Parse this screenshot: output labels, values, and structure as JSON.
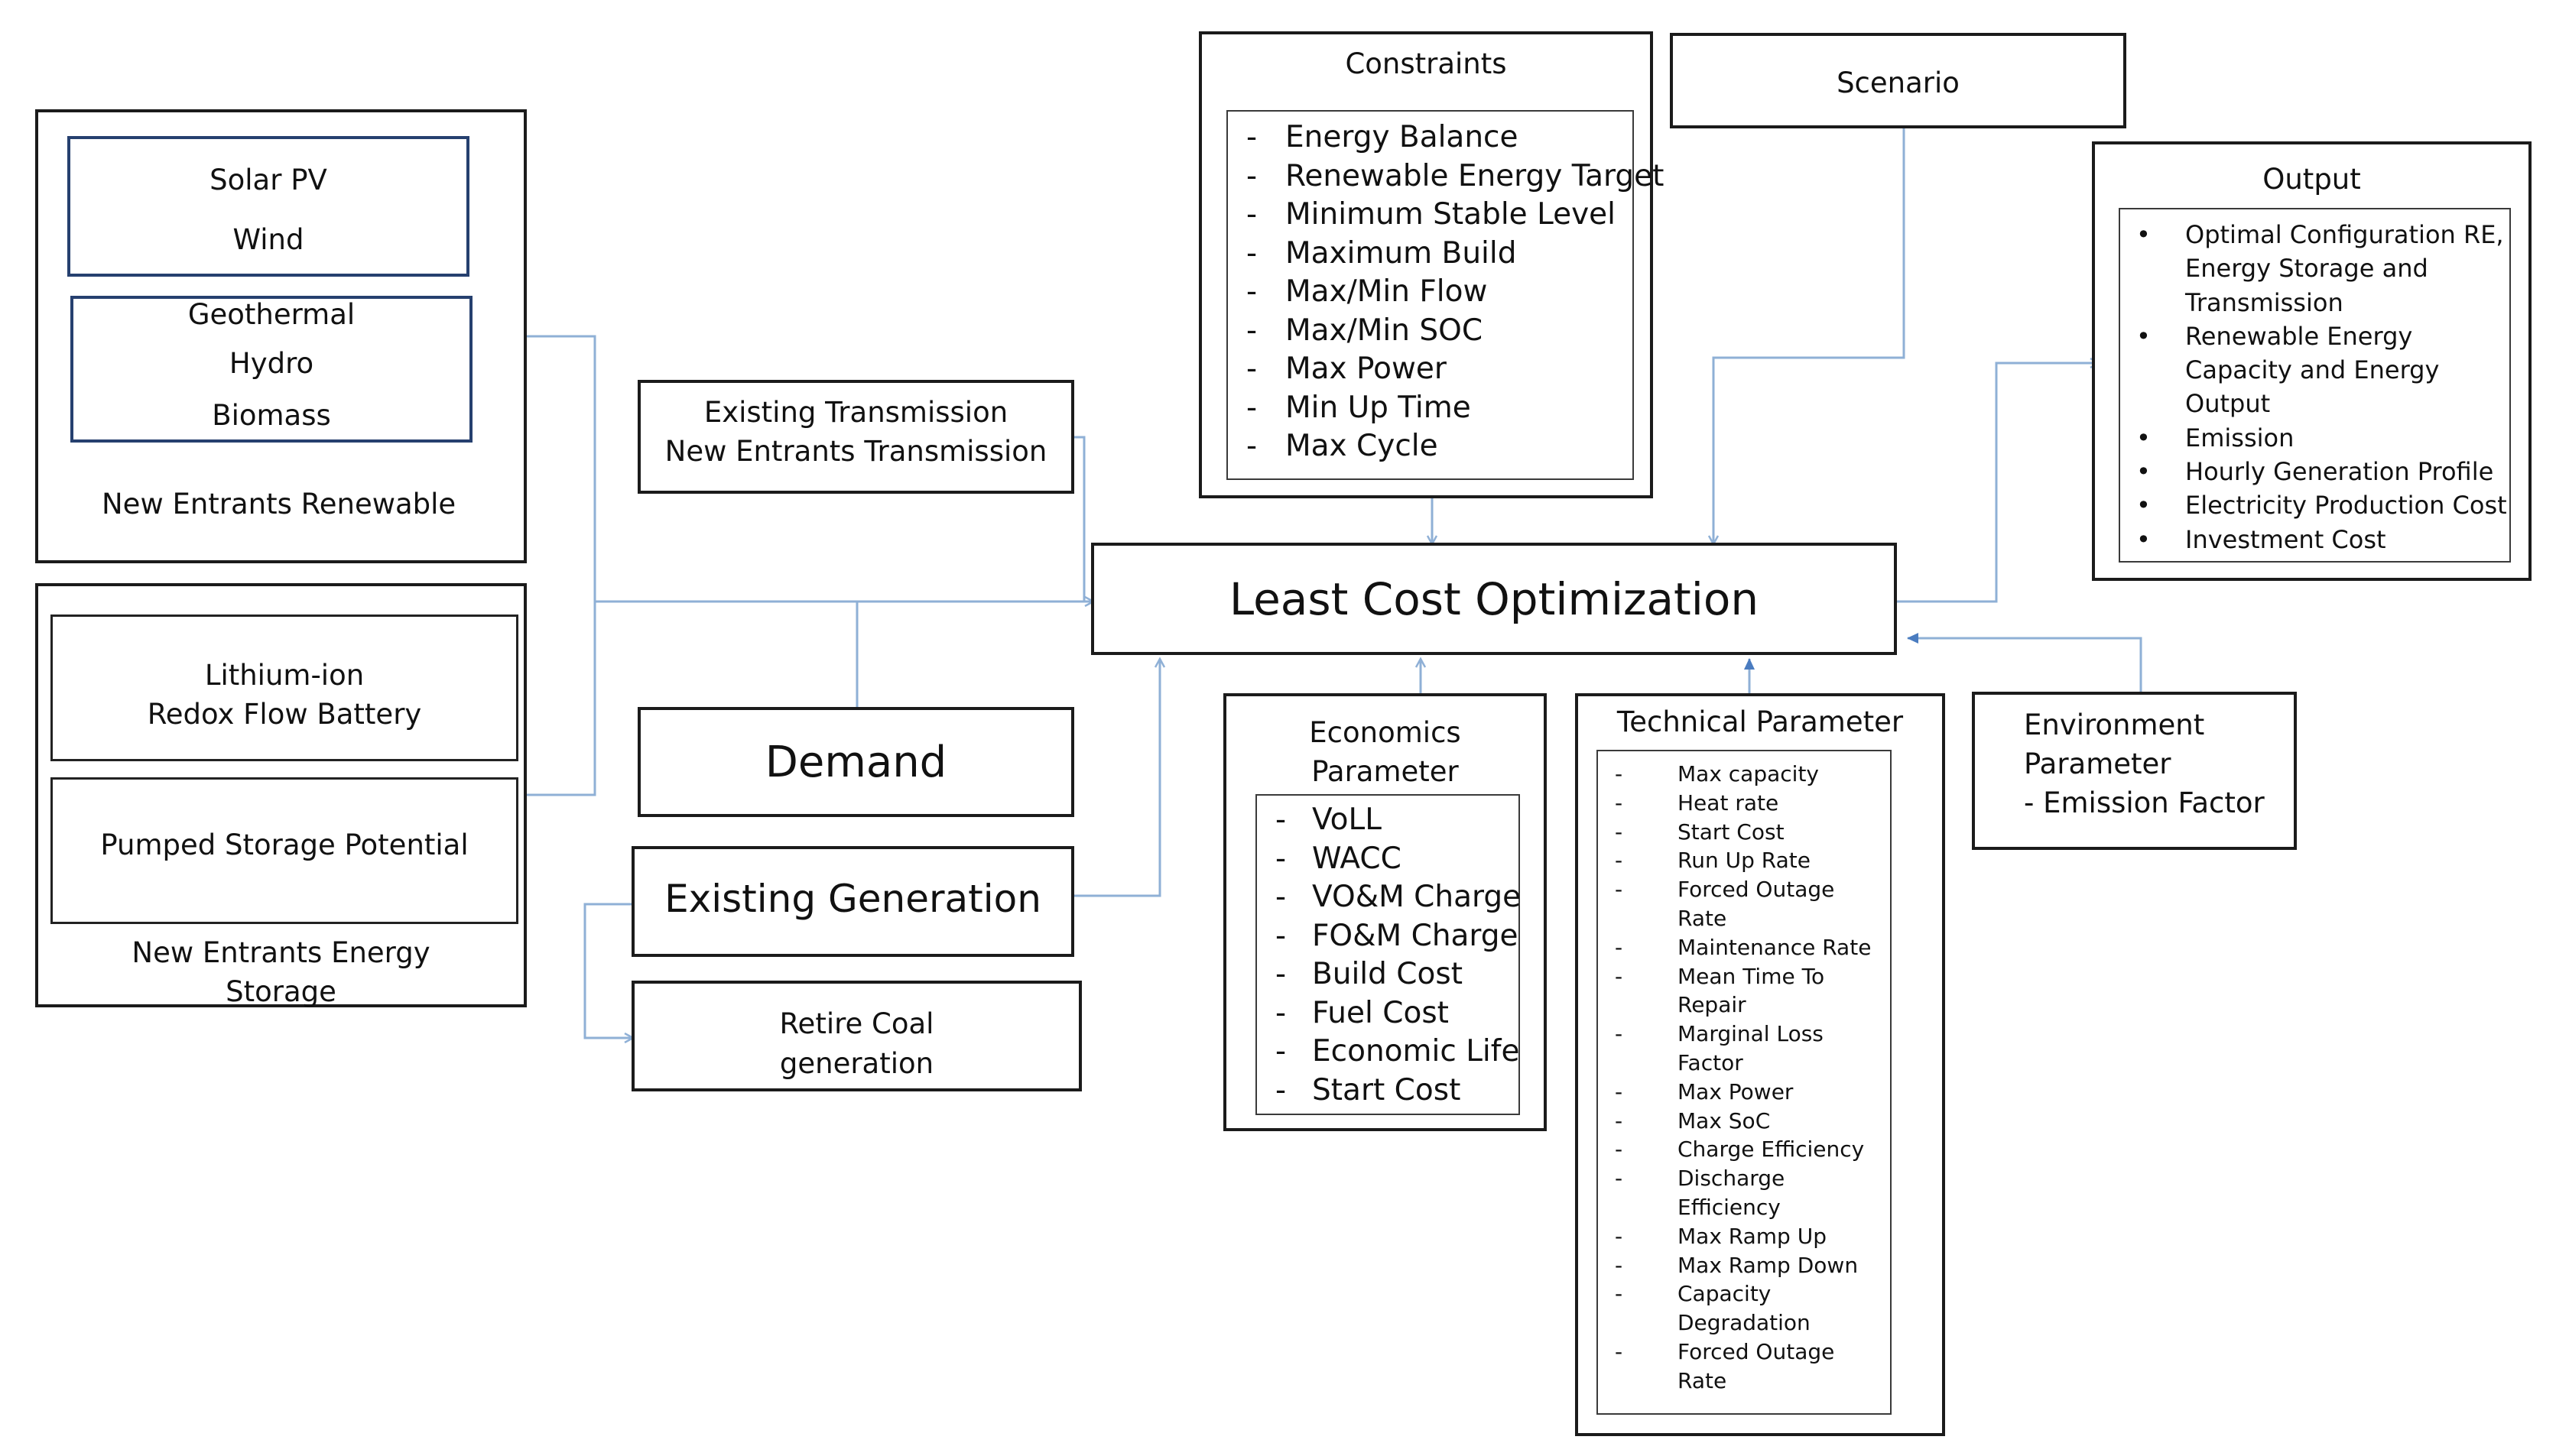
{
  "renewable": {
    "solar": "Solar PV",
    "wind": "Wind",
    "geothermal": "Geothermal",
    "hydro": "Hydro",
    "biomass": "Biomass",
    "caption": "New Entrants Renewable"
  },
  "storage": {
    "lithium": "Lithium-ion",
    "redox": "Redox Flow Battery",
    "pumped": "Pumped Storage Potential",
    "caption_line1": "New Entrants Energy",
    "caption_line2": "Storage"
  },
  "transmission": {
    "line1": "Existing Transmission",
    "line2": "New Entrants Transmission"
  },
  "demand": "Demand",
  "existing_generation": "Existing Generation",
  "retire": {
    "line1": "Retire Coal",
    "line2": "generation"
  },
  "constraints": {
    "title": "Constraints",
    "items": [
      "Energy Balance",
      "Renewable Energy Target",
      "Minimum Stable Level",
      "Maximum Build",
      "Max/Min Flow",
      "Max/Min SOC",
      "Max Power",
      "Min Up Time",
      "Max Cycle"
    ]
  },
  "scenario": "Scenario",
  "optimization": "Least Cost Optimization",
  "output": {
    "title": "Output",
    "items": [
      [
        "Optimal Configuration RE,",
        "Energy Storage and",
        "Transmission"
      ],
      [
        "Renewable Energy",
        "Capacity and Energy",
        "Output"
      ],
      [
        "Emission"
      ],
      [
        "Hourly Generation Profile"
      ],
      [
        "Electricity Production Cost"
      ],
      [
        "Investment Cost"
      ]
    ]
  },
  "economics": {
    "title_line1": "Economics",
    "title_line2": "Parameter",
    "items": [
      "VoLL",
      "WACC",
      "VO&M Charge",
      "FO&M Charge",
      "Build Cost",
      "Fuel Cost",
      "Economic Life",
      "Start Cost"
    ]
  },
  "technical": {
    "title": "Technical Parameter",
    "items": [
      [
        "Max capacity"
      ],
      [
        "Heat rate"
      ],
      [
        "Start Cost"
      ],
      [
        "Run Up Rate"
      ],
      [
        "Forced Outage",
        "Rate"
      ],
      [
        "Maintenance Rate"
      ],
      [
        "Mean Time To",
        "Repair"
      ],
      [
        "Marginal Loss",
        "Factor"
      ],
      [
        "Max Power"
      ],
      [
        "Max SoC"
      ],
      [
        "Charge Efficiency"
      ],
      [
        "Discharge",
        "Efficiency"
      ],
      [
        "Max Ramp Up"
      ],
      [
        "Max Ramp Down"
      ],
      [
        "Capacity",
        "Degradation"
      ],
      [
        "Forced Outage",
        "Rate"
      ]
    ]
  },
  "environment": {
    "line1": "Environment",
    "line2": "Parameter",
    "line3": "- Emission Factor"
  },
  "colors": {
    "connector": "#8fb0d6",
    "connector_dark": "#4a7cc0",
    "border": "#1b1b1b",
    "inner_blue": "#26406f"
  }
}
